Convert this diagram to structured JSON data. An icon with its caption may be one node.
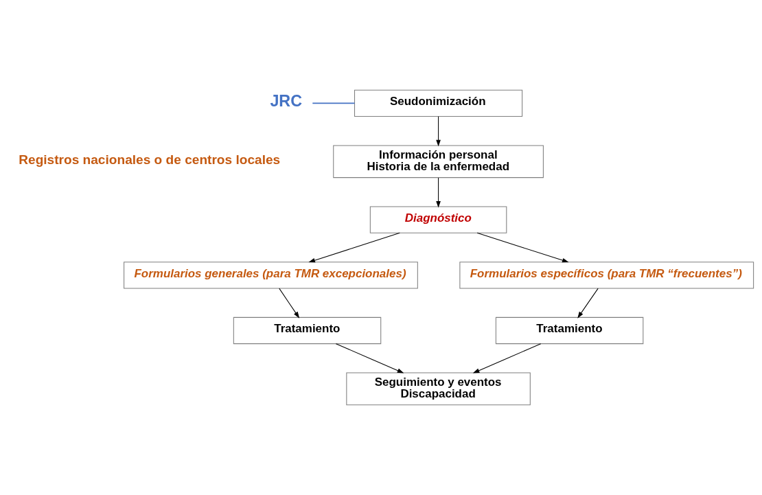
{
  "diagram": {
    "nodes": [
      {
        "text": [
          "JRC"
        ]
      },
      {
        "text": [
          "Seudonimización"
        ]
      },
      {
        "text": [
          "Información personal",
          "Historia de la enfermedad"
        ]
      },
      {
        "text": [
          "Diagnóstico"
        ]
      },
      {
        "text": [
          "Formularios generales (para TMR excepcionales)"
        ]
      },
      {
        "text": [
          "Formularios específicos (para TMR “frecuentes”)"
        ]
      },
      {
        "text": [
          "Tratamiento"
        ]
      },
      {
        "text": [
          "Tratamiento"
        ]
      },
      {
        "text": [
          "Seguimiento y eventos",
          "Discapacidad"
        ]
      }
    ],
    "edges": [
      {
        "from": 0,
        "to": 1,
        "arrow": "none",
        "color": "#4472c4"
      },
      {
        "from": 1,
        "to": 2,
        "arrow": "to"
      },
      {
        "from": 2,
        "to": 3,
        "arrow": "to"
      },
      {
        "from": 3,
        "to": 4,
        "arrow": "to"
      },
      {
        "from": 3,
        "to": 5,
        "arrow": "to"
      },
      {
        "from": 4,
        "to": 6,
        "arrow": "to"
      },
      {
        "from": 5,
        "to": 7,
        "arrow": "to"
      },
      {
        "from": 6,
        "to": 8,
        "arrow": "to"
      },
      {
        "from": 7,
        "to": 8,
        "arrow": "to"
      }
    ],
    "labels": [
      "Registros nacionales o de centros locales"
    ]
  }
}
